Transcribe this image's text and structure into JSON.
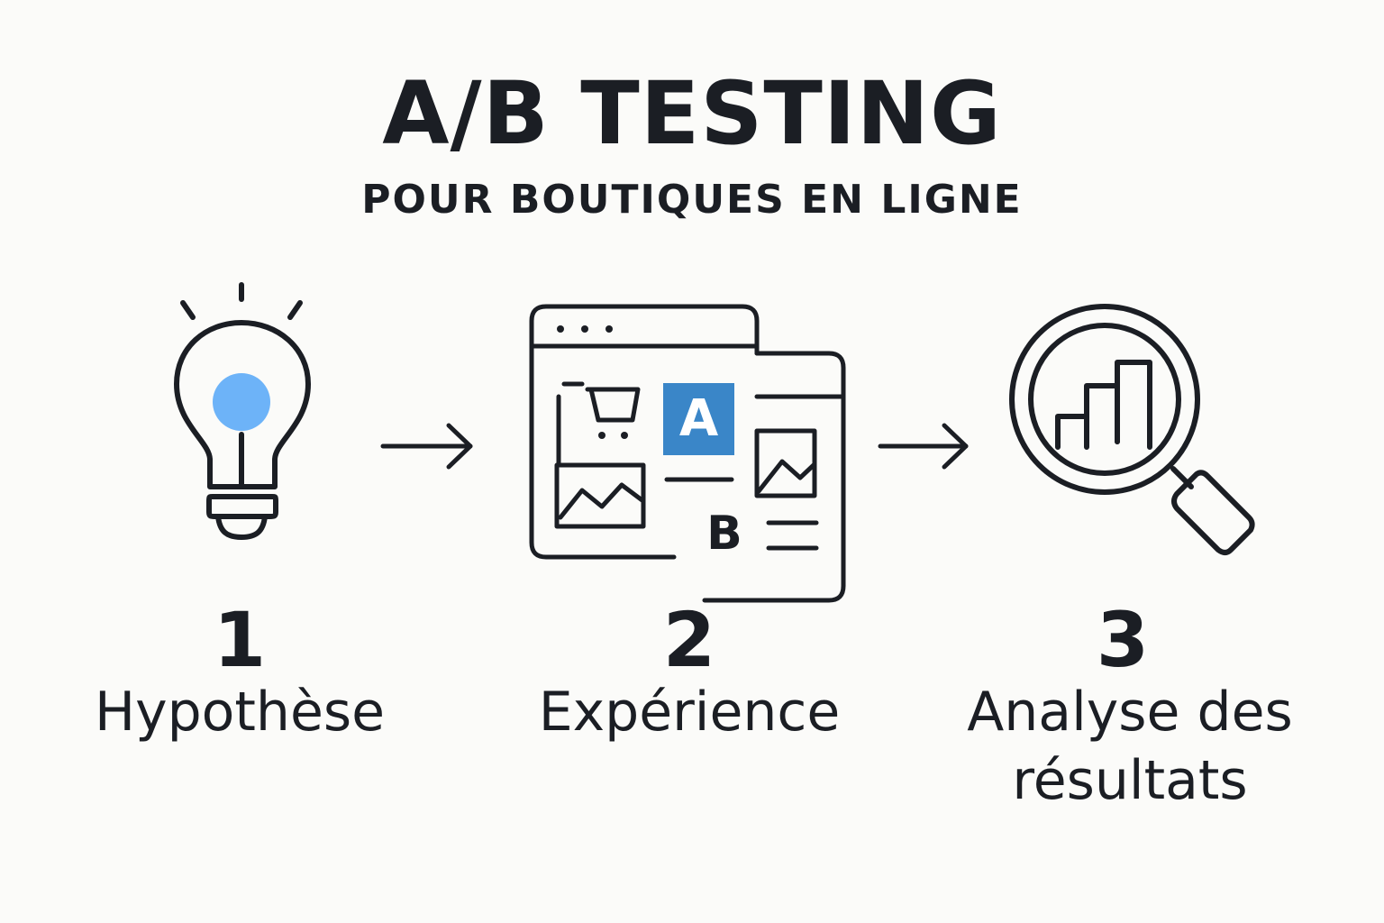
{
  "title": "A/B TESTING",
  "subtitle": "POUR BOUTIQUES EN LIGNE",
  "accent_color": "#3a86c8",
  "bulb_color": "#6db3f8",
  "steps": [
    {
      "number": "1",
      "label": "Hypothèse",
      "icon": "lightbulb-icon"
    },
    {
      "number": "2",
      "label": "Expérience",
      "icon": "browser-ab-test-icon",
      "variant_a": "A",
      "variant_b": "B"
    },
    {
      "number": "3",
      "label": "Analyse des résultats",
      "icon": "magnifier-chart-icon"
    }
  ],
  "arrows": [
    "arrow-right-icon",
    "arrow-right-icon"
  ]
}
